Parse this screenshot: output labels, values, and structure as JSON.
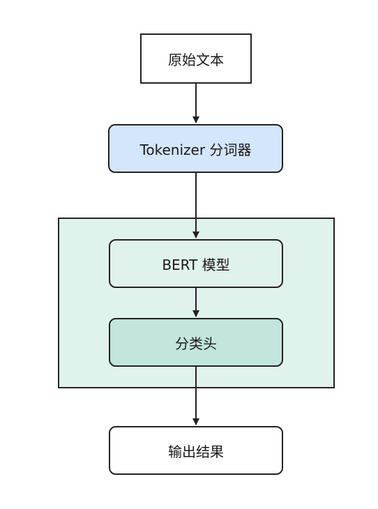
{
  "nodes": {
    "input": {
      "label": "原始文本"
    },
    "tokenizer": {
      "label": "Tokenizer 分词器"
    },
    "bert": {
      "label": "BERT 模型"
    },
    "head": {
      "label": "分类头"
    },
    "output": {
      "label": "输出结果"
    }
  },
  "colors": {
    "tokenizer_fill": "#d3e6fb",
    "group_fill": "#e0f2ec",
    "bert_fill": "#e0f2ec",
    "head_fill": "#c2e6dc",
    "plain_fill": "#ffffff",
    "stroke": "#222222"
  }
}
